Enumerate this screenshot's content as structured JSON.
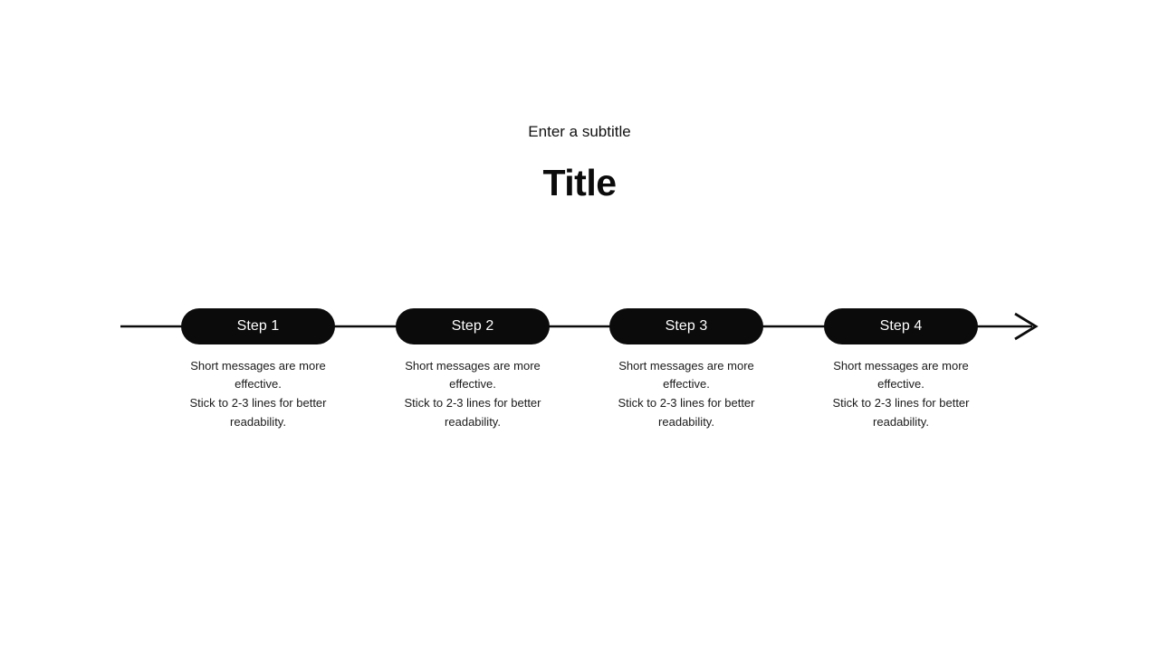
{
  "slide": {
    "subtitle": "Enter a subtitle",
    "title": "Title",
    "timeline": {
      "arrow_icon": "right-arrow-icon",
      "direction": "left-to-right"
    },
    "steps": [
      {
        "label": "Step 1",
        "desc_lines": [
          "Short messages are more",
          "effective.",
          "Stick to 2-3 lines for better",
          "readability."
        ]
      },
      {
        "label": "Step 2",
        "desc_lines": [
          "Short messages are more",
          "effective.",
          "Stick to 2-3 lines for better",
          "readability."
        ]
      },
      {
        "label": "Step 3",
        "desc_lines": [
          "Short messages are more",
          "effective.",
          "Stick to 2-3 lines for better",
          "readability."
        ]
      },
      {
        "label": "Step 4",
        "desc_lines": [
          "Short messages are more",
          "effective.",
          "Stick to 2-3 lines for better",
          "readability."
        ]
      }
    ],
    "colors": {
      "background": "#ffffff",
      "pill_bg": "#0b0b0b",
      "pill_text": "#ffffff",
      "line": "#0b0b0b",
      "body_text": "#1a1a1a"
    }
  }
}
